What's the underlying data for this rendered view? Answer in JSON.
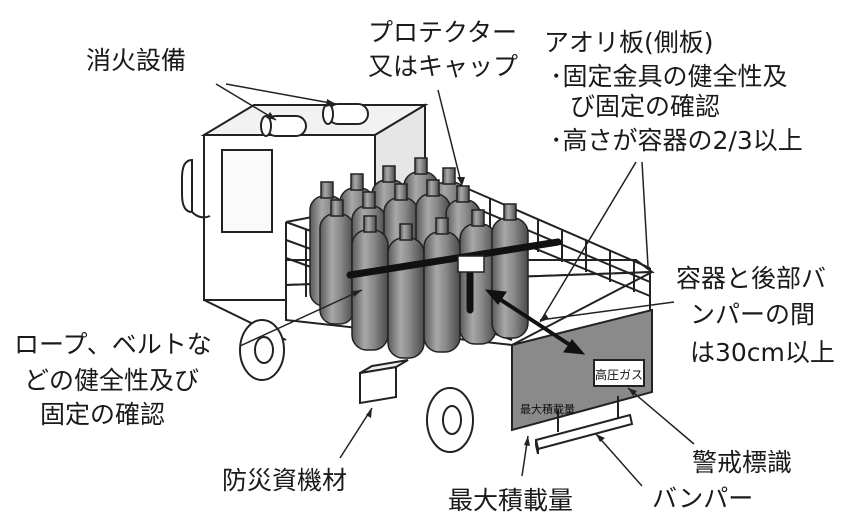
{
  "labels": {
    "fire_equipment": "消火設備",
    "protector_line1": "プロテクター",
    "protector_line2": "又はキャップ",
    "side_panel_title": "アオリ板(側板)",
    "side_panel_item1_line1": "･固定金具の健全性及",
    "side_panel_item1_line2": "び固定の確認",
    "side_panel_item2": "･高さが容器の2/3以上",
    "distance_line1": "容器と後部バ",
    "distance_line2": "ンパーの間",
    "distance_line3": "は30cm以上",
    "rope_line1": "ロープ、ベルトな",
    "rope_line2": "どの健全性及び",
    "rope_line3": "固定の確認",
    "disaster_materials": "防災資機材",
    "max_load_label": "最大積載量",
    "warning_sign_label": "警戒標識",
    "bumper_label": "バンパー"
  },
  "truck_markings": {
    "high_pressure_gas": "高圧ガス",
    "max_load": "最大積載量"
  }
}
